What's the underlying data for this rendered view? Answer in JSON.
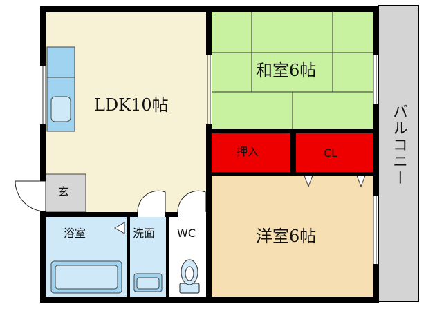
{
  "rooms": {
    "ldk": "LDK10帖",
    "washitsu": "和室6帖",
    "youshitsu": "洋室6帖",
    "oshiire": "押入",
    "closet": "CL",
    "genkan": "玄",
    "bath": "浴室",
    "washroom": "洗面",
    "wc": "WC",
    "balcony": "バルコニー"
  },
  "colors": {
    "ldk": "#f7f1d6",
    "washitsu": "#c8f2a0",
    "youshitsu": "#f7dfb4",
    "storage": "#ee0000",
    "wet": "#cfe9f9",
    "fixture": "#9fd3ef",
    "genkan": "#d6d6d6",
    "balcony": "#d4d4d4",
    "wall": "#000000"
  }
}
